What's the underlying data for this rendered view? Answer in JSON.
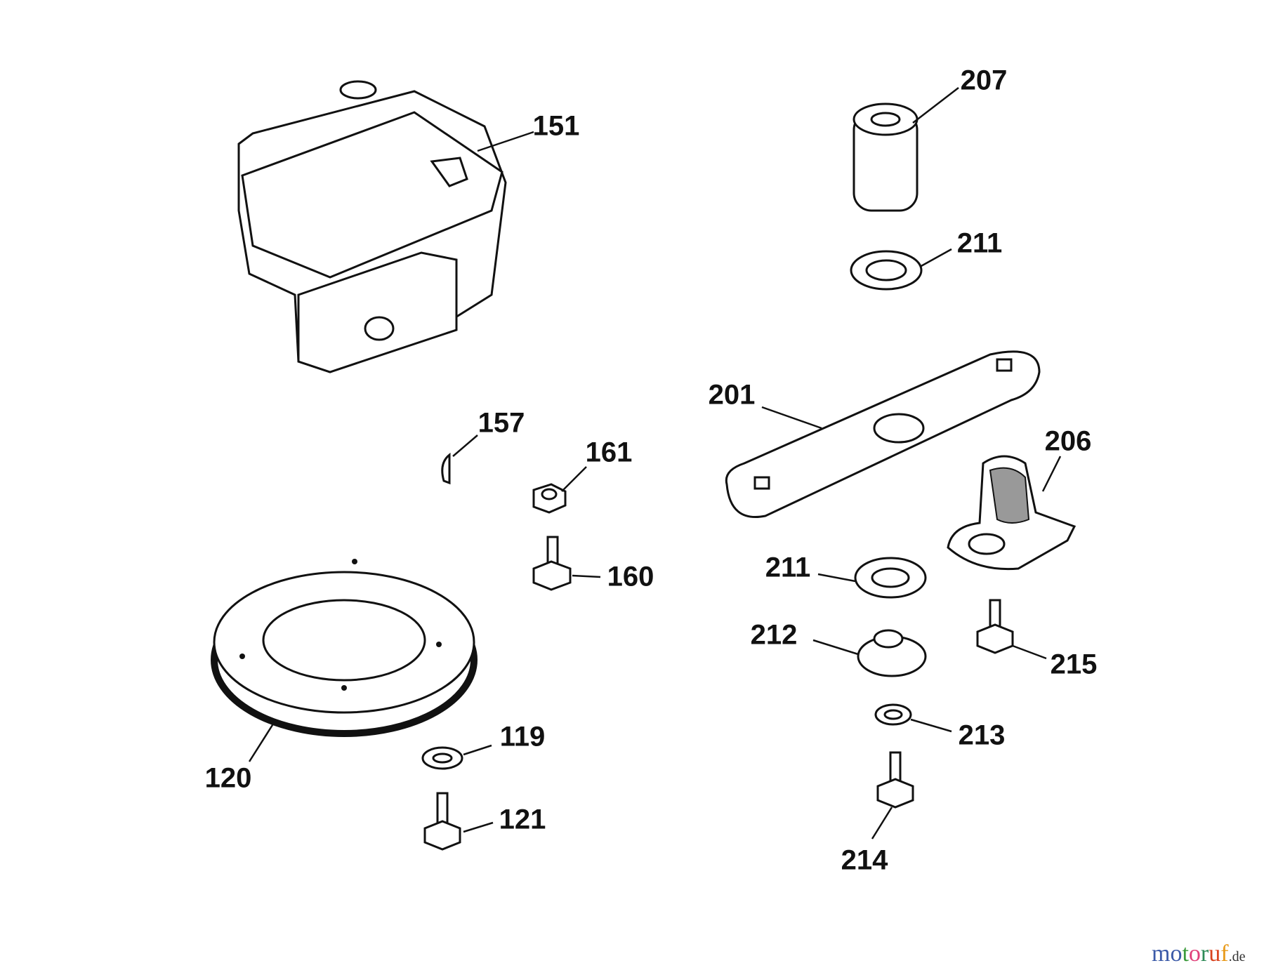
{
  "labels": {
    "p151": "151",
    "p207": "207",
    "p211a": "211",
    "p201": "201",
    "p206": "206",
    "p157": "157",
    "p161": "161",
    "p160": "160",
    "p211b": "211",
    "p212": "212",
    "p215": "215",
    "p213": "213",
    "p119": "119",
    "p120": "120",
    "p121": "121",
    "p214": "214"
  },
  "watermark": {
    "text": "motoruf",
    "suffix": ".de",
    "colors": [
      "#3b5aa8",
      "#3b5aa8",
      "#3a9a3a",
      "#e0407a",
      "#2e8b57",
      "#d9431e",
      "#e89a1a",
      "#e8c21a"
    ]
  }
}
